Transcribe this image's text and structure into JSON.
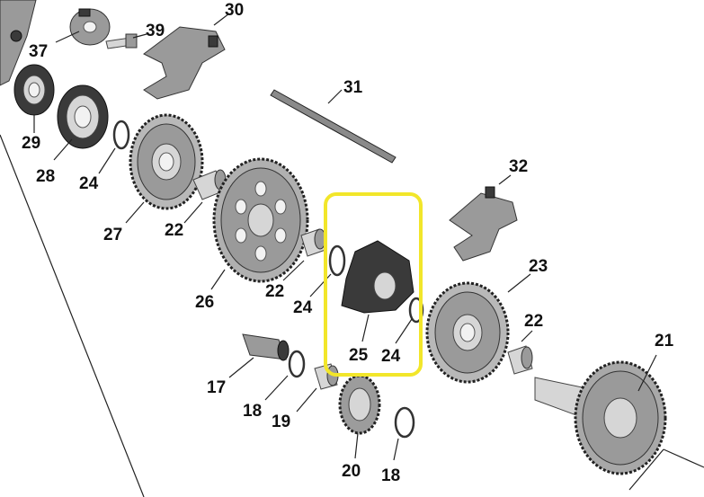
{
  "labels": {
    "l37": "37",
    "l39": "39",
    "l30": "30",
    "l31": "31",
    "l29": "29",
    "l28": "28",
    "l24a": "24",
    "l27": "27",
    "l22a": "22",
    "l32": "32",
    "l26": "26",
    "l22b": "22",
    "l24b": "24",
    "l25": "25",
    "l24c": "24",
    "l23": "23",
    "l22c": "22",
    "l21": "21",
    "l17": "17",
    "l18a": "18",
    "l19": "19",
    "l20": "20",
    "l18b": "18"
  },
  "highlight_color": "#f2e62a"
}
